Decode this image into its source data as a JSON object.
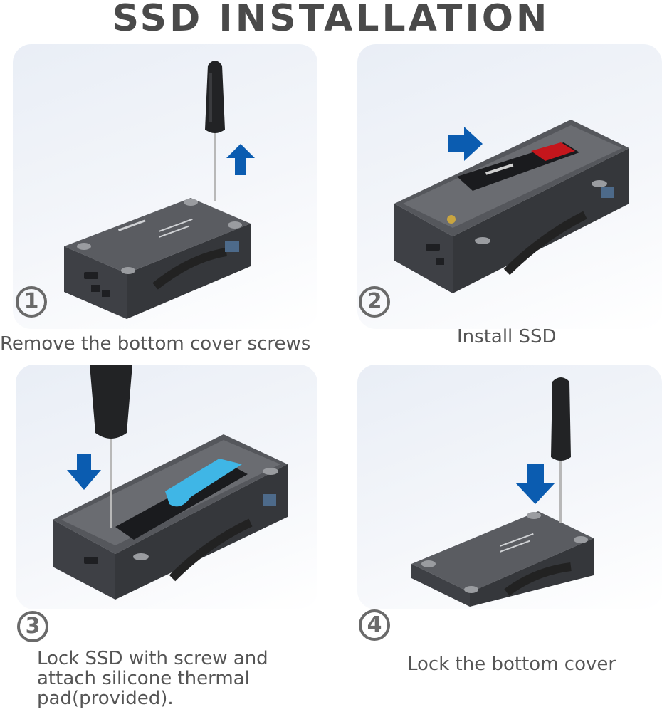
{
  "title": "SSD INSTALLATION",
  "steps": [
    {
      "number": "1",
      "caption": "Remove the bottom cover screws"
    },
    {
      "number": "2",
      "caption": "Install SSD"
    },
    {
      "number": "3",
      "caption_lines": [
        "Lock SSD with screw and",
        "attach silicone thermal",
        "pad(provided)."
      ]
    },
    {
      "number": "4",
      "caption": "Lock the bottom cover"
    }
  ],
  "colors": {
    "arrow": "#0b5cb0",
    "enclosure": "#4b4d52",
    "thermal_pad": "#3fb6e6",
    "ssd_label": "#c4161c"
  }
}
